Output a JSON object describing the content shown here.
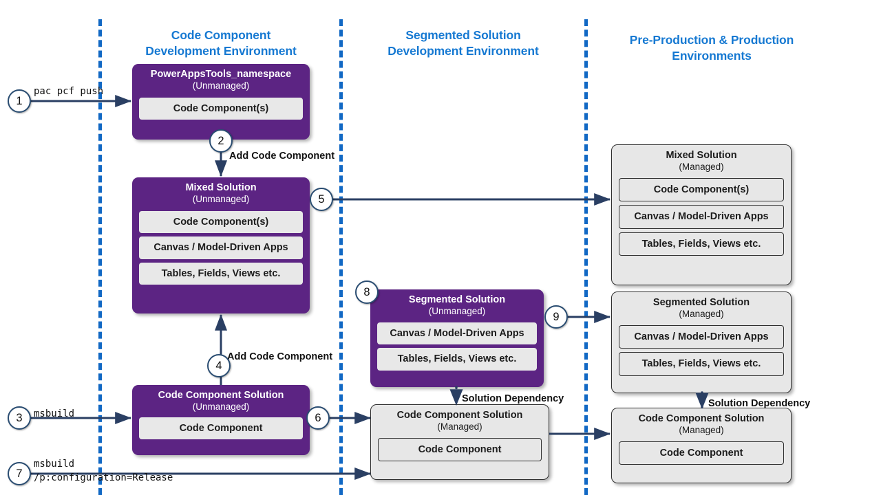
{
  "diagram": {
    "title": "Power Platform code component ALM flow",
    "accent_blue": "#1679d2",
    "divider_blue": "#1168c4",
    "purple": "#5c2483",
    "grey": "#e7e7e7",
    "arrow_navy": "#2a3f63"
  },
  "lanes": [
    {
      "id": "lane-code-component",
      "title_line1": "Code Component",
      "title_line2": "Development Environment"
    },
    {
      "id": "lane-segmented",
      "title_line1": "Segmented Solution",
      "title_line2": "Development Environment"
    },
    {
      "id": "lane-production",
      "title_line1": "Pre-Production & Production",
      "title_line2": "Environments"
    }
  ],
  "cards": {
    "powerappstools": {
      "title": "PowerAppsTools_namespace",
      "subtitle": "(Unmanaged)",
      "items": [
        "Code Component(s)"
      ]
    },
    "mixed_unmanaged": {
      "title": "Mixed Solution",
      "subtitle": "(Unmanaged)",
      "items": [
        "Code Component(s)",
        "Canvas / Model-Driven Apps",
        "Tables, Fields, Views etc."
      ]
    },
    "code_component_unmanaged": {
      "title": "Code Component Solution",
      "subtitle": "(Unmanaged)",
      "items": [
        "Code Component"
      ]
    },
    "segmented_unmanaged": {
      "title": "Segmented Solution",
      "subtitle": "(Unmanaged)",
      "items": [
        "Canvas / Model-Driven Apps",
        "Tables, Fields, Views etc."
      ]
    },
    "code_component_managed_mid": {
      "title": "Code Component Solution",
      "subtitle": "(Managed)",
      "items": [
        "Code Component"
      ]
    },
    "mixed_managed": {
      "title": "Mixed Solution",
      "subtitle": "(Managed)",
      "items": [
        "Code Component(s)",
        "Canvas / Model-Driven Apps",
        "Tables, Fields, Views etc."
      ]
    },
    "segmented_managed": {
      "title": "Segmented Solution",
      "subtitle": "(Managed)",
      "items": [
        "Canvas / Model-Driven Apps",
        "Tables, Fields, Views etc."
      ]
    },
    "code_component_managed_right": {
      "title": "Code Component Solution",
      "subtitle": "(Managed)",
      "items": [
        "Code Component"
      ]
    }
  },
  "steps": [
    {
      "n": "1"
    },
    {
      "n": "2"
    },
    {
      "n": "3"
    },
    {
      "n": "4"
    },
    {
      "n": "5"
    },
    {
      "n": "6"
    },
    {
      "n": "7"
    },
    {
      "n": "8"
    },
    {
      "n": "9"
    }
  ],
  "labels": {
    "cmd_pac_push": "pac pcf push",
    "cmd_msbuild": "msbuild",
    "cmd_msbuild_release_line1": "msbuild",
    "cmd_msbuild_release_line2": "/p:configuration=Release",
    "add_code_component_top": "Add Code Component",
    "add_code_component_bottom": "Add Code Component",
    "solution_dependency_mid": "Solution Dependency",
    "solution_dependency_right": "Solution Dependency"
  }
}
